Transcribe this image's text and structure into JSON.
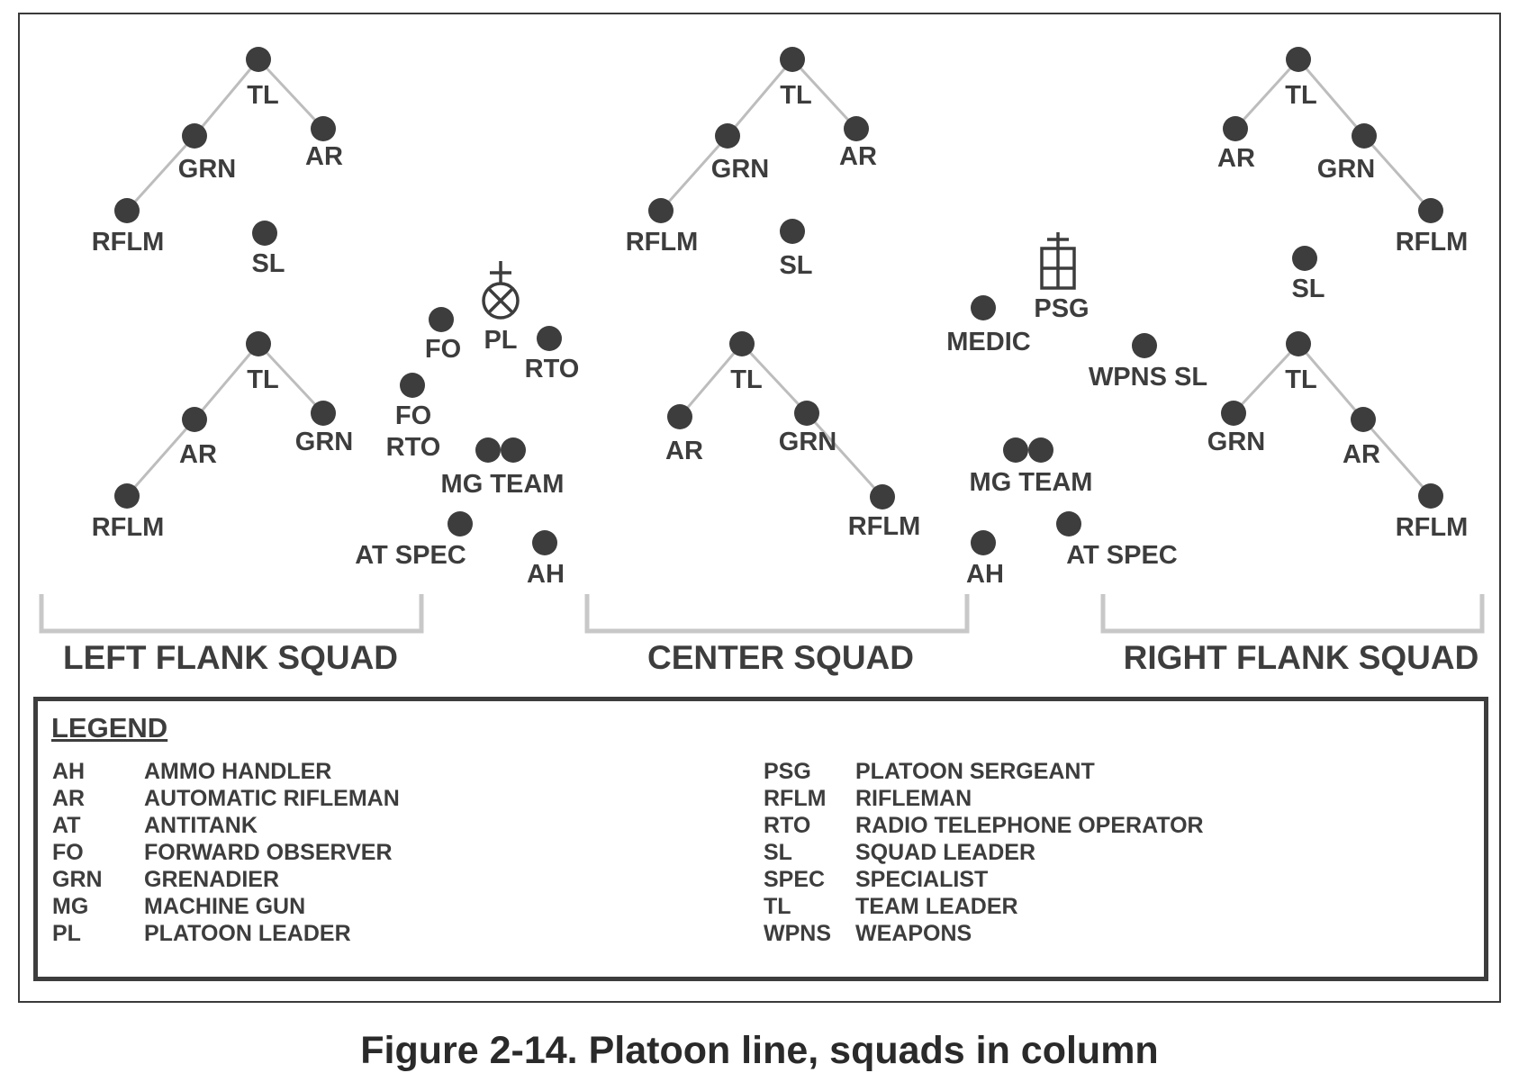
{
  "figure": {
    "caption": "Figure 2-14. Platoon line, squads in column"
  },
  "colors": {
    "dot": "#3d3d3d",
    "line": "#bdbdbd",
    "text": "#3d3d3d"
  },
  "squads": [
    {
      "label": "LEFT FLANK SQUAD",
      "fireteams": [
        {
          "tl": "TL",
          "left1": "GRN",
          "left2": "RFLM",
          "right": "AR"
        },
        {
          "tl": "TL",
          "left1": "AR",
          "left2": "RFLM",
          "right": "GRN"
        }
      ],
      "sl": "SL"
    },
    {
      "label": "CENTER SQUAD",
      "fireteams": [
        {
          "tl": "TL",
          "left1": "GRN",
          "left2": "RFLM",
          "right": "AR"
        },
        {
          "tl": "TL",
          "left1": "AR",
          "right1": "GRN",
          "right2": "RFLM"
        }
      ],
      "sl": "SL"
    },
    {
      "label": "RIGHT FLANK SQUAD",
      "fireteams": [
        {
          "tl": "TL",
          "left": "AR",
          "right1": "GRN",
          "right2": "RFLM"
        },
        {
          "tl": "TL",
          "left": "GRN",
          "right1": "AR",
          "right2": "RFLM"
        }
      ],
      "sl": "SL"
    }
  ],
  "hq_left": {
    "pl": "PL",
    "fo": "FO",
    "rto": "RTO",
    "fo_rto": [
      "FO",
      "RTO"
    ],
    "mg_team": "MG TEAM",
    "at_spec": "AT SPEC",
    "ah": "AH"
  },
  "hq_right": {
    "psg": "PSG",
    "medic": "MEDIC",
    "wpns_sl": "WPNS SL",
    "mg_team": "MG TEAM",
    "ah": "AH",
    "at_spec": "AT SPEC"
  },
  "legend": {
    "title": "LEGEND",
    "left": [
      {
        "abbr": "AH",
        "meaning": "AMMO HANDLER"
      },
      {
        "abbr": "AR",
        "meaning": "AUTOMATIC RIFLEMAN"
      },
      {
        "abbr": "AT",
        "meaning": "ANTITANK"
      },
      {
        "abbr": "FO",
        "meaning": "FORWARD OBSERVER"
      },
      {
        "abbr": "GRN",
        "meaning": "GRENADIER"
      },
      {
        "abbr": "MG",
        "meaning": "MACHINE GUN"
      },
      {
        "abbr": "PL",
        "meaning": "PLATOON LEADER"
      }
    ],
    "right": [
      {
        "abbr": "PSG",
        "meaning": "PLATOON SERGEANT"
      },
      {
        "abbr": "RFLM",
        "meaning": "RIFLEMAN"
      },
      {
        "abbr": "RTO",
        "meaning": "RADIO TELEPHONE OPERATOR"
      },
      {
        "abbr": "SL",
        "meaning": "SQUAD LEADER"
      },
      {
        "abbr": "SPEC",
        "meaning": "SPECIALIST"
      },
      {
        "abbr": "TL",
        "meaning": "TEAM LEADER"
      },
      {
        "abbr": "WPNS",
        "meaning": "WEAPONS"
      }
    ]
  }
}
